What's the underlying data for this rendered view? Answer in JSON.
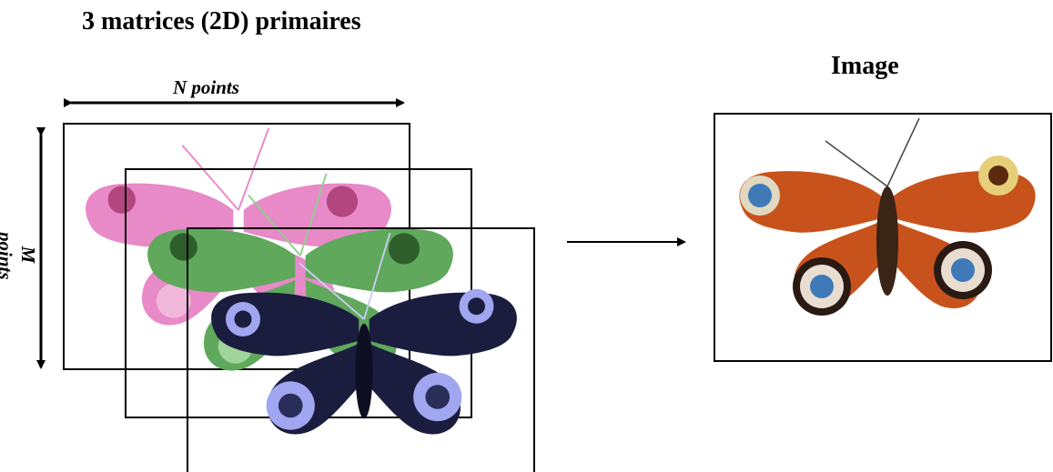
{
  "diagram": {
    "title": "3 matrices (2D) primaires",
    "image_title": "Image",
    "width_label": "N points",
    "height_label": "M points",
    "colors": {
      "red_channel": "#e889c8",
      "green_channel": "#5fa85c",
      "blue_channel": "#1b1d3f",
      "blue_highlight": "#a0a6ef",
      "result_wing": "#c8521b",
      "result_eye_blue": "#3f79b8"
    },
    "layers": [
      {
        "name": "red-matrix",
        "butterfly": "pink-butterfly"
      },
      {
        "name": "green-matrix",
        "butterfly": "green-butterfly"
      },
      {
        "name": "blue-matrix",
        "butterfly": "blue-butterfly"
      }
    ]
  }
}
